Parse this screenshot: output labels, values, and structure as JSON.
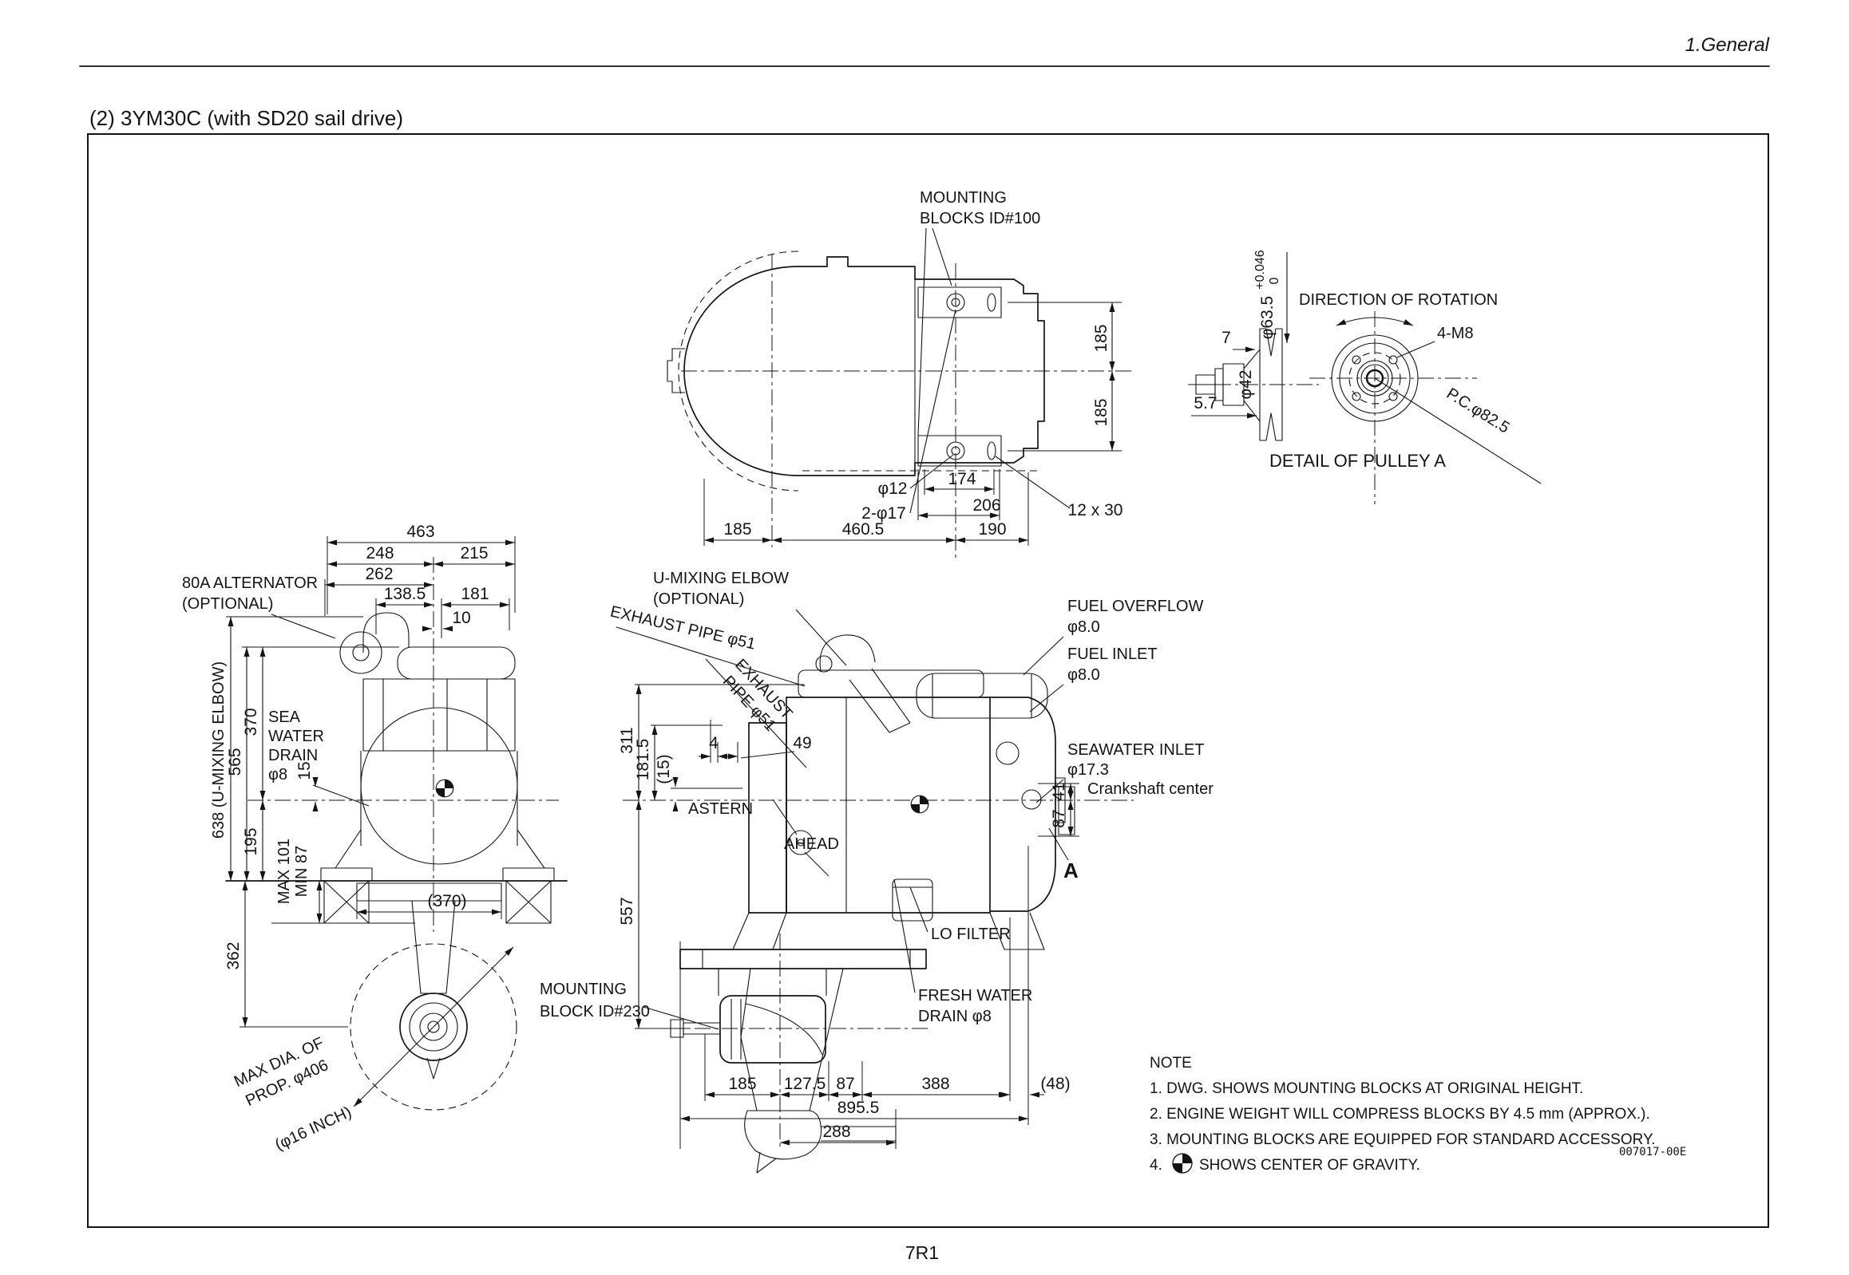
{
  "header": {
    "section": "1.General"
  },
  "title": "(2)  3YM30C (with SD20 sail drive)",
  "footer": {
    "page": "7R1",
    "doc_code": "007017-00E"
  },
  "top_view": {
    "mounting_label_1": "MOUNTING",
    "mounting_label_2": "BLOCKS ID#100",
    "dim_185_right_top": "185",
    "dim_185_right_bottom": "185",
    "dim_174": "174",
    "dim_206": "206",
    "dia_12": "φ12",
    "dia_2x17": "2-φ17",
    "slot_12x30": "12 x 30",
    "dim_185_bottom": "185",
    "dim_460_5": "460.5",
    "dim_190": "190"
  },
  "pulley": {
    "caption": "DETAIL OF PULLEY A",
    "direction": "DIRECTION OF ROTATION",
    "bolts": "4-M8",
    "pitch_circle": "P.C.φ82.5",
    "dia_63_5": "φ63.5",
    "tol_plus": "+0.046",
    "tol_zero": "0",
    "dia_42": "φ42",
    "dim_7": "7",
    "dim_5_7": "5.7"
  },
  "front_view": {
    "alt_1": "80A ALTERNATOR",
    "alt_2": "(OPTIONAL)",
    "dim_463": "463",
    "dim_248": "248",
    "dim_215": "215",
    "dim_262": "262",
    "dim_138_5": "138.5",
    "dim_181": "181",
    "dim_10": "10",
    "dim_638": "638 (U-MIXING ELBOW)",
    "dim_565": "565",
    "dim_370": "370",
    "sea_1": "SEA",
    "sea_2": "WATER",
    "sea_3": "DRAIN",
    "sea_4": "φ8",
    "dim_15": "15",
    "dim_195": "195",
    "max_101": "MAX 101",
    "min_87": "MIN 87",
    "dim_370p": "(370)",
    "dim_362": "362",
    "prop_1": "MAX DIA. OF",
    "prop_2": "PROP. φ406",
    "prop_3": "(φ16 INCH)"
  },
  "side_view": {
    "umix_1": "U-MIXING ELBOW",
    "umix_2": "(OPTIONAL)",
    "exhaust_a": "EXHAUST PIPE φ51",
    "exhaust_b1": "EXHAUST",
    "exhaust_b2": "PIPE φ51",
    "dim_311": "311",
    "dim_181_5": "181.5",
    "dim_15p": "(15)",
    "dim_557": "557",
    "dim_4": "4",
    "dim_49": "49",
    "astern": "ASTERN",
    "ahead": "AHEAD",
    "mount_1": "MOUNTING",
    "mount_2": "BLOCK ID#230",
    "fuel_overflow_1": "FUEL OVERFLOW",
    "fuel_overflow_2": "φ8.0",
    "fuel_inlet_1": "FUEL INLET",
    "fuel_inlet_2": "φ8.0",
    "seawater_1": "SEAWATER INLET",
    "seawater_2": "φ17.3",
    "crankshaft": "Crankshaft center",
    "dim_41": "41",
    "dim_87v": "87",
    "label_a": "A",
    "lo_filter": "LO FILTER",
    "fresh_1": "FRESH WATER",
    "fresh_2": "DRAIN φ8",
    "dim_185b": "185",
    "dim_127_5": "127.5",
    "dim_87b": "87",
    "dim_388": "388",
    "dim_48": "(48)",
    "dim_895_5": "895.5",
    "dim_288": "288"
  },
  "note": {
    "title": "NOTE",
    "line1": "1. DWG. SHOWS MOUNTING BLOCKS AT ORIGINAL HEIGHT.",
    "line2": "2. ENGINE WEIGHT WILL COMPRESS BLOCKS BY 4.5 mm (APPROX.).",
    "line3": "3. MOUNTING BLOCKS ARE EQUIPPED FOR STANDARD ACCESSORY.",
    "line4_prefix": "4.",
    "line4_suffix": "SHOWS CENTER OF GRAVITY."
  }
}
